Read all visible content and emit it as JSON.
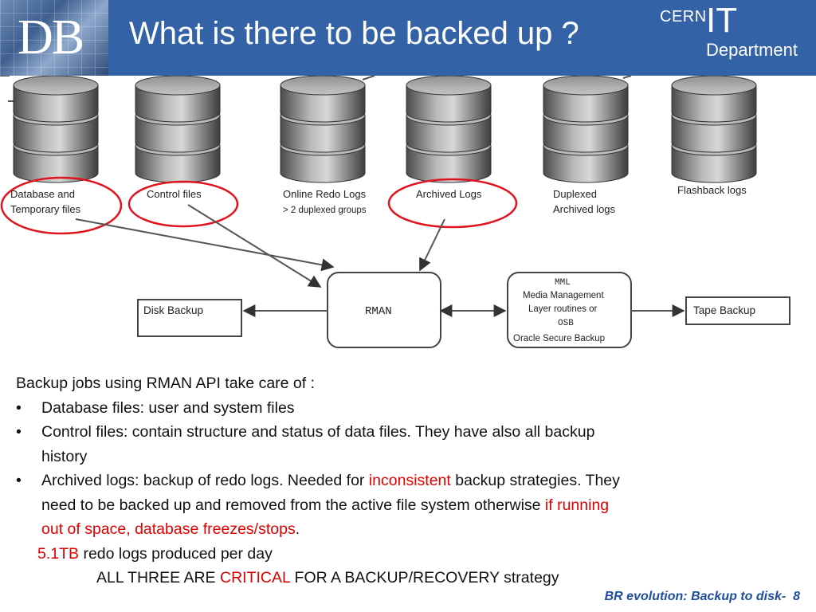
{
  "header": {
    "logo_text": "DB",
    "title": "What is there to be backed up ?",
    "cern": "CERN",
    "it": "IT",
    "department": "Department"
  },
  "diagram": {
    "databases": [
      {
        "line1": "Database and",
        "line2": "Temporary files"
      },
      {
        "line1": "Control files",
        "line2": ""
      },
      {
        "line1": "Online Redo Logs",
        "line2": "> 2 duplexed groups"
      },
      {
        "line1": "Archived Logs",
        "line2": ""
      },
      {
        "line1": "Duplexed",
        "line2": "Archived logs"
      },
      {
        "line1": "Flashback logs",
        "line2": ""
      }
    ],
    "disk_backup": "Disk Backup",
    "rman": "RMAN",
    "mml": {
      "l1": "MML",
      "l2": "Media Management",
      "l3": "Layer routines or",
      "l4": "OSB",
      "l5": "Oracle Secure Backup"
    },
    "tape_backup": "Tape Backup"
  },
  "body": {
    "intro": "Backup jobs using RMAN API take care of :",
    "bullet_char": "•",
    "b1": "Database files: user and system files",
    "b2_l1": "Control files: contain structure and status of data files. They have also all backup",
    "b2_l2": "history",
    "b3_l1a": "Archived logs: backup of redo logs. Needed for ",
    "b3_l1_red": "inconsistent",
    "b3_l1b": " backup strategies. They",
    "b3_l2a": "need to be backed up and removed from the active file system otherwise ",
    "b3_l2_red": "if running",
    "b3_l3_red": "out of space, database freezes/stops",
    "b3_l3b": ".",
    "line4_red": "5.1TB",
    "line4": " redo logs produced per day",
    "line5a": "ALL THREE ARE ",
    "line5_red": "CRITICAL",
    "line5b": " FOR A BACKUP/RECOVERY strategy"
  },
  "footer": {
    "text": "BR evolution: Backup to disk-",
    "page": "8"
  },
  "colors": {
    "title_bar": "#3362a6",
    "highlight_red": "#e00000",
    "footer_blue": "#1f4e9e",
    "circle_red": "#e0141e"
  }
}
